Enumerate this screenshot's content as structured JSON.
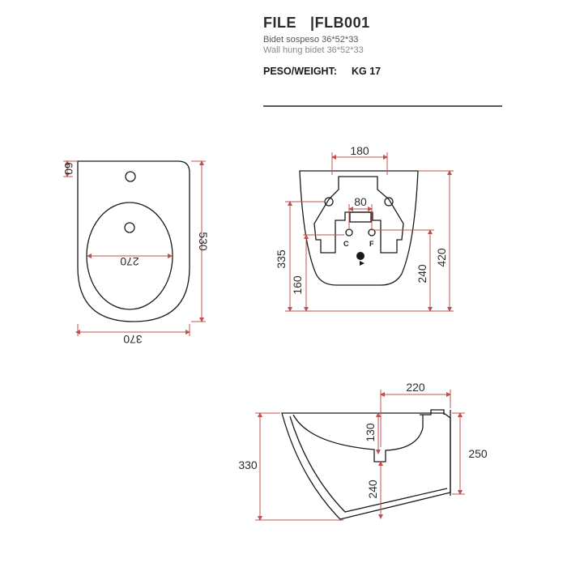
{
  "header": {
    "model_prefix": "FILE",
    "model_code": "|FLB001",
    "desc_it": "Bidet sospeso 36*52*33",
    "desc_en": "Wall hung bidet 36*52*33",
    "weight_label": "PESO/WEIGHT:",
    "weight_value": "KG 17"
  },
  "dimensions": {
    "top_view": {
      "d60": "60",
      "d530": "530",
      "d270": "270",
      "d370": "370"
    },
    "rear_view": {
      "d180": "180",
      "d80": "80",
      "d335": "335",
      "d160": "160",
      "d240": "240",
      "d420": "420",
      "label_c": "C",
      "label_f": "F"
    },
    "side_view": {
      "d220": "220",
      "d130": "130",
      "d330": "330",
      "d250": "250",
      "d240": "240"
    }
  },
  "colors": {
    "dimension_line": "#c0504d",
    "outline": "#1a1a1a"
  }
}
